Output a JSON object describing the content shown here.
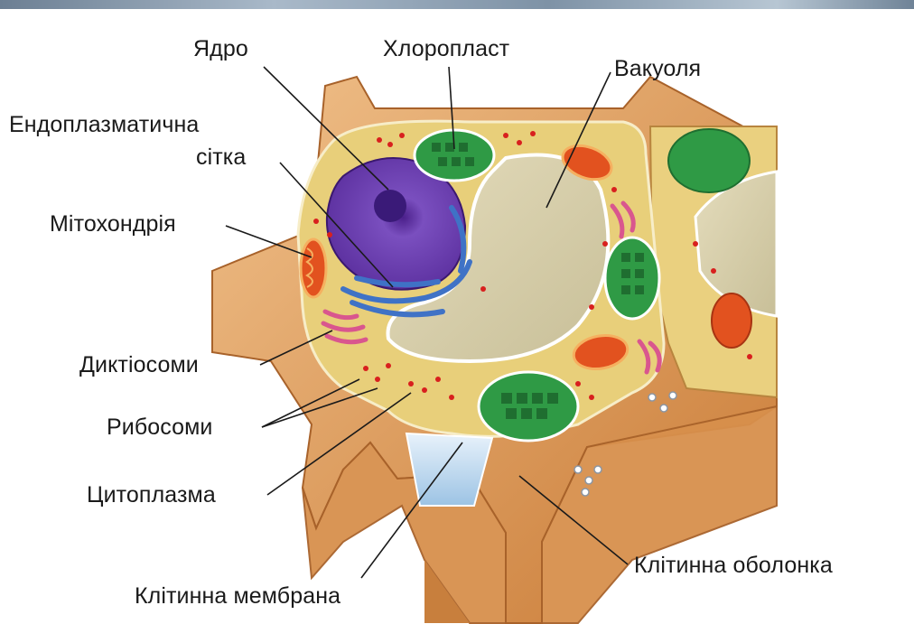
{
  "labels": {
    "nucleus": "Ядро",
    "chloroplast": "Хлоропласт",
    "vacuole": "Вакуоля",
    "er_line1": "Ендоплазматична",
    "er_line2": "сітка",
    "mitochondrion": "Мітохондрія",
    "dictyosomes": "Диктіосоми",
    "ribosomes": "Рибосоми",
    "cytoplasm": "Цитоплазма",
    "cell_membrane": "Клітинна мембрана",
    "cell_wall": "Клітинна оболонка"
  },
  "colors": {
    "cell_wall": "#d9924a",
    "cell_wall_light": "#f2c48c",
    "cytoplasm": "#e8cf7a",
    "vacuole": "#d8d0ac",
    "nucleus": "#6e3fa8",
    "er": "#3f72c6",
    "chloroplast": "#2f9a45",
    "mitochondrion": "#e2521f",
    "dictyosome": "#d9568e",
    "ribosome": "#d8201e"
  }
}
